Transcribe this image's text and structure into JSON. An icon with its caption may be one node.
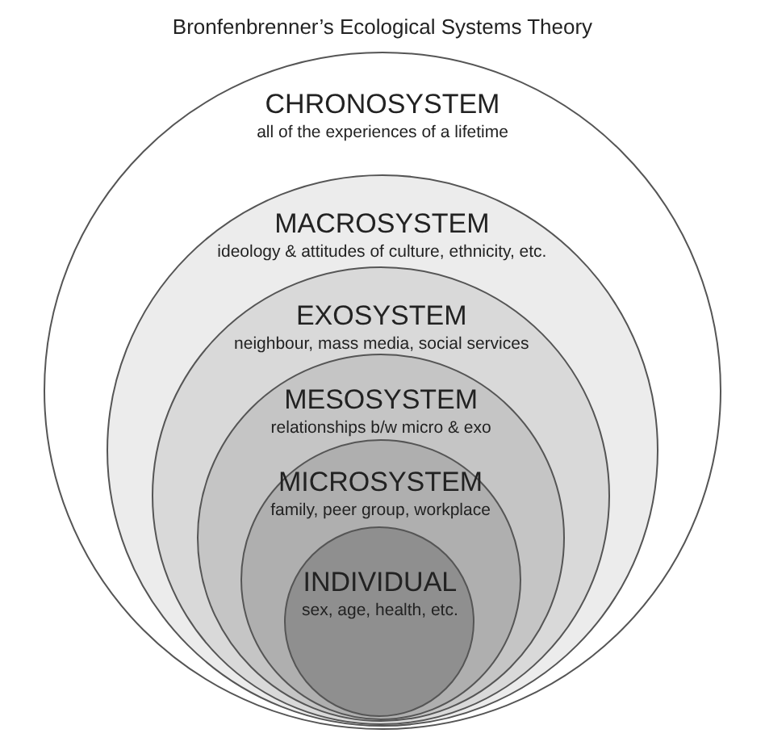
{
  "diagram": {
    "title": "Bronfenbrenner’s Ecological Systems Theory",
    "nodes": [
      {
        "text": [
          "CHRONOSYSTEM",
          "all of the experiences of a lifetime"
        ]
      },
      {
        "text": [
          "MACROSYSTEM",
          "ideology & attitudes of culture, ethnicity, etc."
        ],
        "in": 0
      },
      {
        "text": [
          "EXOSYSTEM",
          "neighbour, mass media, social services"
        ],
        "in": 1
      },
      {
        "text": [
          "MESOSYSTEM",
          "relationships b/w micro & exo"
        ],
        "in": 2
      },
      {
        "text": [
          "MICROSYSTEM",
          "family, peer group, workplace"
        ],
        "in": 3
      },
      {
        "text": [
          "INDIVIDUAL",
          "sex, age, health, etc."
        ],
        "in": 4
      }
    ]
  }
}
